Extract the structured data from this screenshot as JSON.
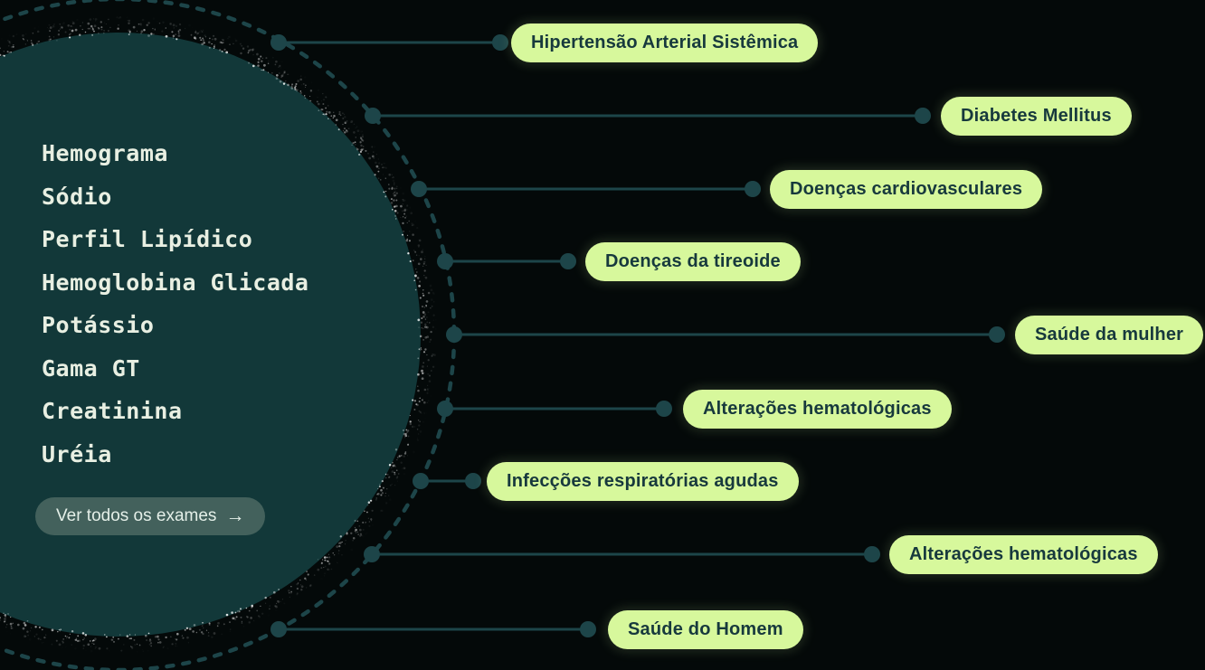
{
  "colors": {
    "background": "#040909",
    "circle_fill": "#123839",
    "stroke": "#1d4549",
    "pill_bg": "#d7f89c",
    "pill_text": "#17393d",
    "exam_text": "#e8efe2",
    "button_bg": "#43615c",
    "button_text": "#e4efe8",
    "grain": "#ffffff"
  },
  "exams": [
    "Hemograma",
    "Sódio",
    "Perfil Lipídico",
    "Hemoglobina Glicada",
    "Potássio",
    "Gama GT",
    "Creatinina",
    "Uréia"
  ],
  "exams_button": {
    "label": "Ver todos os exames",
    "arrow_icon": "→"
  },
  "conditions": [
    "Hipertensão Arterial Sistêmica",
    "Diabetes Mellitus",
    "Doenças cardiovasculares",
    "Doenças da tireoide",
    "Saúde da mulher",
    "Alterações hematológicas",
    "Infecções respiratórias agudas",
    "Alterações hematológicas",
    "Saúde do Homem"
  ]
}
